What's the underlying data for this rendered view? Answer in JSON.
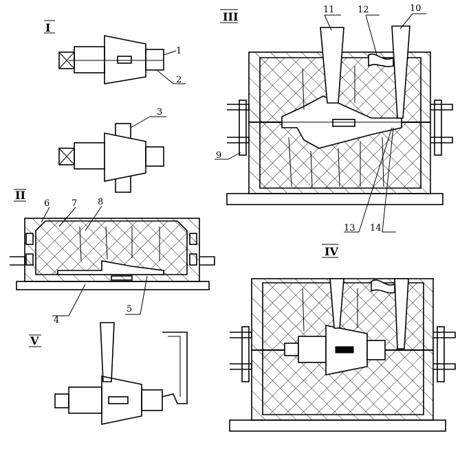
{
  "sections": {
    "s1": "I",
    "s2": "II",
    "s3": "III",
    "s4": "IV",
    "s5": "V"
  },
  "callouts": {
    "c1": "1",
    "c2": "2",
    "c3": "3",
    "c4": "4",
    "c5": "5",
    "c6": "6",
    "c7": "7",
    "c8": "8",
    "c9": "9",
    "c10": "10",
    "c11": "11",
    "c12": "12",
    "c13": "13",
    "c14": "14"
  },
  "colors": {
    "ink": "#000000",
    "paper": "#ffffff"
  }
}
